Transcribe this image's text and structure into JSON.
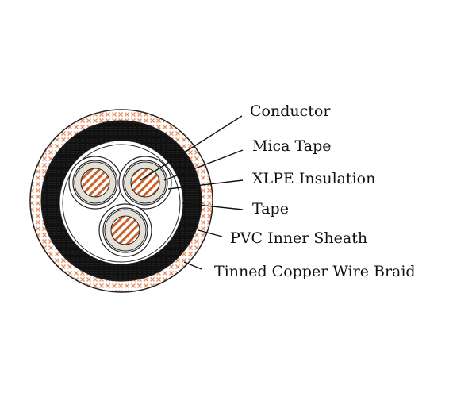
{
  "labels": {
    "conductor": "Conductor",
    "mica_tape": "Mica Tape",
    "xlpe_insulation": "XLPE Insulation",
    "tape": "Tape",
    "pvc_inner_sheath": "PVC Inner Sheath",
    "tinned_copper_wire_braid": "Tinned Copper Wire Braid"
  },
  "colors": {
    "copper": "#c8622a",
    "insulation": "#e4e0d6",
    "sheath": "#111111",
    "braid": "#e58a5a"
  }
}
